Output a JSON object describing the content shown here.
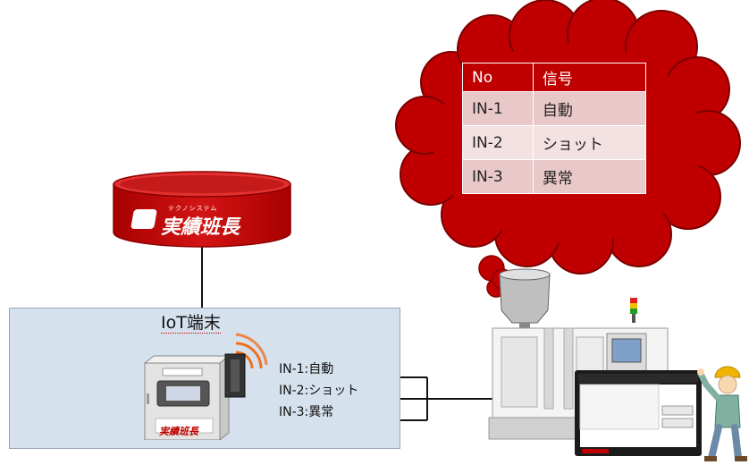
{
  "database": {
    "logo_small": "テクノシステム",
    "logo_name": "実績班長"
  },
  "iot_box": {
    "title": "IoT端末",
    "device_label": "実績班長"
  },
  "signals": [
    {
      "label": "IN-1:自動"
    },
    {
      "label": "IN-2:ショット"
    },
    {
      "label": "IN-3:異常"
    }
  ],
  "signal_table": {
    "headers": [
      "No",
      "信号"
    ],
    "rows": [
      {
        "no": "IN-1",
        "signal": "自動"
      },
      {
        "no": "IN-2",
        "signal": "ショット"
      },
      {
        "no": "IN-3",
        "signal": "異常"
      }
    ]
  },
  "colors": {
    "cloud_red": "#c00000",
    "table_header": "#c00000",
    "iot_bg": "#d6e1ee",
    "wifi_orange": "#f07020"
  }
}
